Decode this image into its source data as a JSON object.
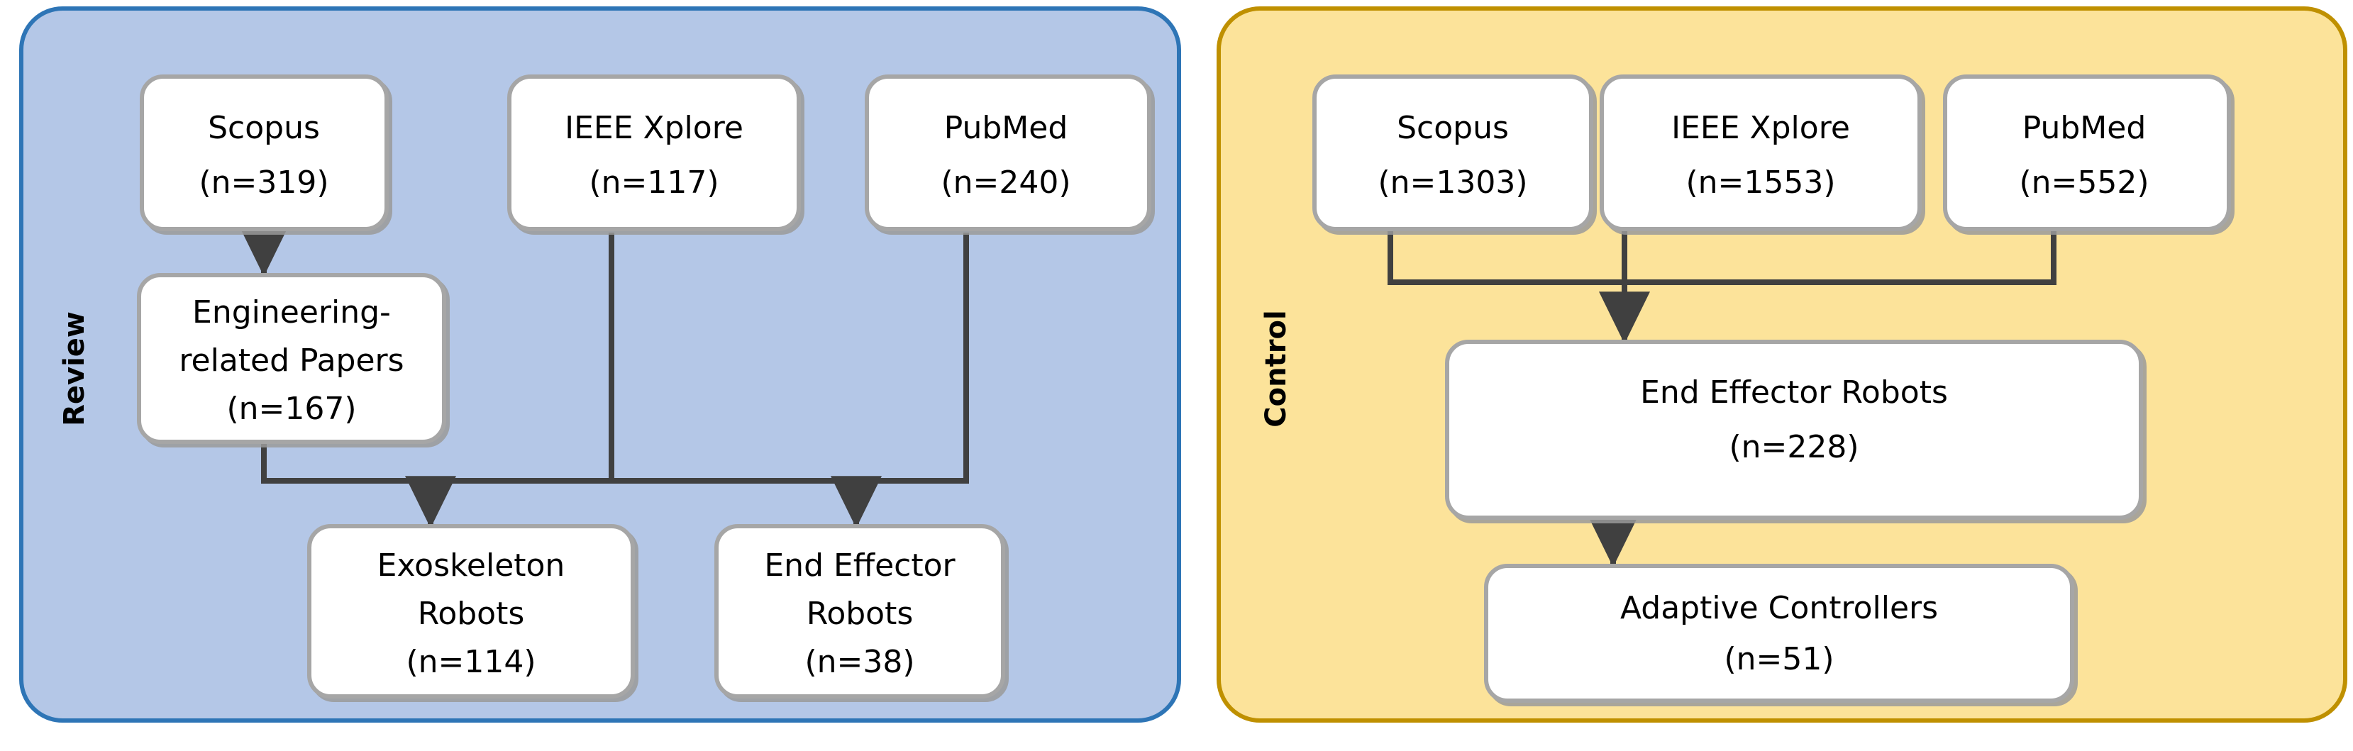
{
  "figure": {
    "type": "flowchart",
    "title": "",
    "panels": [
      {
        "id": "review",
        "label": "Review",
        "fill": "#b4c7e7",
        "stroke": "#2e75b6",
        "sources": [
          {
            "id": "scopus",
            "name": "Scopus",
            "count": "(n=319)"
          },
          {
            "id": "ieee",
            "name": "IEEE Xplore",
            "count": "(n=117)"
          },
          {
            "id": "pubmed",
            "name": "PubMed",
            "count": "(n=240)"
          }
        ],
        "nodes": [
          {
            "id": "engineering",
            "line1": "Engineering-",
            "line2": "related Papers",
            "count": "(n=167)"
          },
          {
            "id": "exoskeleton",
            "line1": "Exoskeleton",
            "line2": "Robots",
            "count": "(n=114)"
          },
          {
            "id": "endeffector",
            "line1": "End Effector",
            "line2": "Robots",
            "count": "(n=38)"
          }
        ],
        "edges": [
          {
            "from": "scopus",
            "to": "engineering"
          },
          {
            "from": "engineering",
            "to": "exoskeleton"
          },
          {
            "from": "ieee",
            "to": "exoskeleton"
          },
          {
            "from": "pubmed",
            "to": "endeffector"
          }
        ]
      },
      {
        "id": "control",
        "label": "Control",
        "fill": "#fce39a",
        "stroke": "#bf9000",
        "sources": [
          {
            "id": "scopus",
            "name": "Scopus",
            "count": "(n=1303)"
          },
          {
            "id": "ieee",
            "name": "IEEE Xplore",
            "count": "(n=1553)"
          },
          {
            "id": "pubmed",
            "name": "PubMed",
            "count": "(n=552)"
          }
        ],
        "nodes": [
          {
            "id": "endeffector",
            "line1": "End Effector Robots",
            "line2": "",
            "count": "(n=228)"
          },
          {
            "id": "adaptive",
            "line1": "Adaptive Controllers",
            "line2": "",
            "count": "(n=51)"
          }
        ],
        "edges": [
          {
            "from": "scopus",
            "to": "endeffector"
          },
          {
            "from": "ieee",
            "to": "endeffector"
          },
          {
            "from": "pubmed",
            "to": "endeffector"
          },
          {
            "from": "endeffector",
            "to": "adaptive"
          }
        ]
      }
    ],
    "colors": {
      "box_fill": "#ffffff",
      "box_stroke": "#a6a6a6",
      "connector": "#404040",
      "text": "#000000"
    }
  }
}
